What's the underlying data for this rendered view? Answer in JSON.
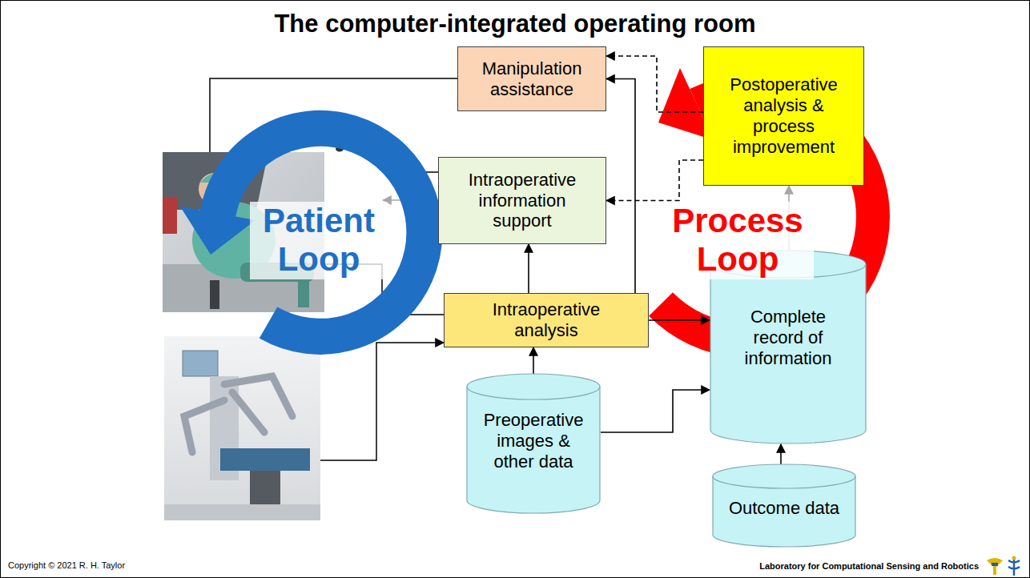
{
  "diagram": {
    "title": "The computer-integrated operating room",
    "nodes": [
      {
        "text": [
          "Manipulation assistance"
        ]
      },
      {
        "text": [
          "Postoperative analysis & process improvement"
        ]
      },
      {
        "text": [
          "Intraoperative information support"
        ]
      },
      {
        "text": [
          "Intraoperative analysis"
        ]
      },
      {
        "text": [
          "Complete record of information"
        ]
      },
      {
        "text": [
          "Preoperative images & other data"
        ]
      },
      {
        "text": [
          "Outcome data"
        ]
      }
    ],
    "edges": [
      {
        "from": 3,
        "to": 2,
        "arrow": "to"
      },
      {
        "from": 3,
        "to": 0,
        "arrow": "to"
      },
      {
        "from": 3,
        "to": 4,
        "arrow": "to"
      },
      {
        "from": 5,
        "to": 3,
        "arrow": "to"
      },
      {
        "from": 5,
        "to": 4,
        "arrow": "to"
      },
      {
        "from": 6,
        "to": 4,
        "arrow": "to"
      },
      {
        "from": 4,
        "to": 1,
        "arrow": "to"
      },
      {
        "from": 1,
        "to": 0,
        "arrow": "to"
      },
      {
        "from": 1,
        "to": 2,
        "arrow": "to"
      }
    ],
    "labels": [
      "Patient Loop",
      "Process Loop",
      "Copyright © 2021 R. H. Taylor",
      "Laboratory for Computational Sensing and Robotics"
    ]
  }
}
